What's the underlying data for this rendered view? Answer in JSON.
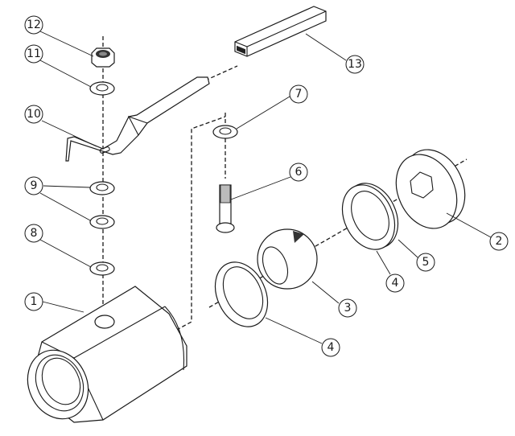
{
  "title": "Ball valve exploded view",
  "callouts": [
    {
      "id": "12",
      "label": "12"
    },
    {
      "id": "11",
      "label": "11"
    },
    {
      "id": "10",
      "label": "10"
    },
    {
      "id": "9",
      "label": "9"
    },
    {
      "id": "8",
      "label": "8"
    },
    {
      "id": "1",
      "label": "1"
    },
    {
      "id": "13",
      "label": "13"
    },
    {
      "id": "7",
      "label": "7"
    },
    {
      "id": "6",
      "label": "6"
    },
    {
      "id": "2",
      "label": "2"
    },
    {
      "id": "5",
      "label": "5"
    },
    {
      "id": "4a",
      "label": "4"
    },
    {
      "id": "3",
      "label": "3"
    },
    {
      "id": "4b",
      "label": "4"
    }
  ]
}
